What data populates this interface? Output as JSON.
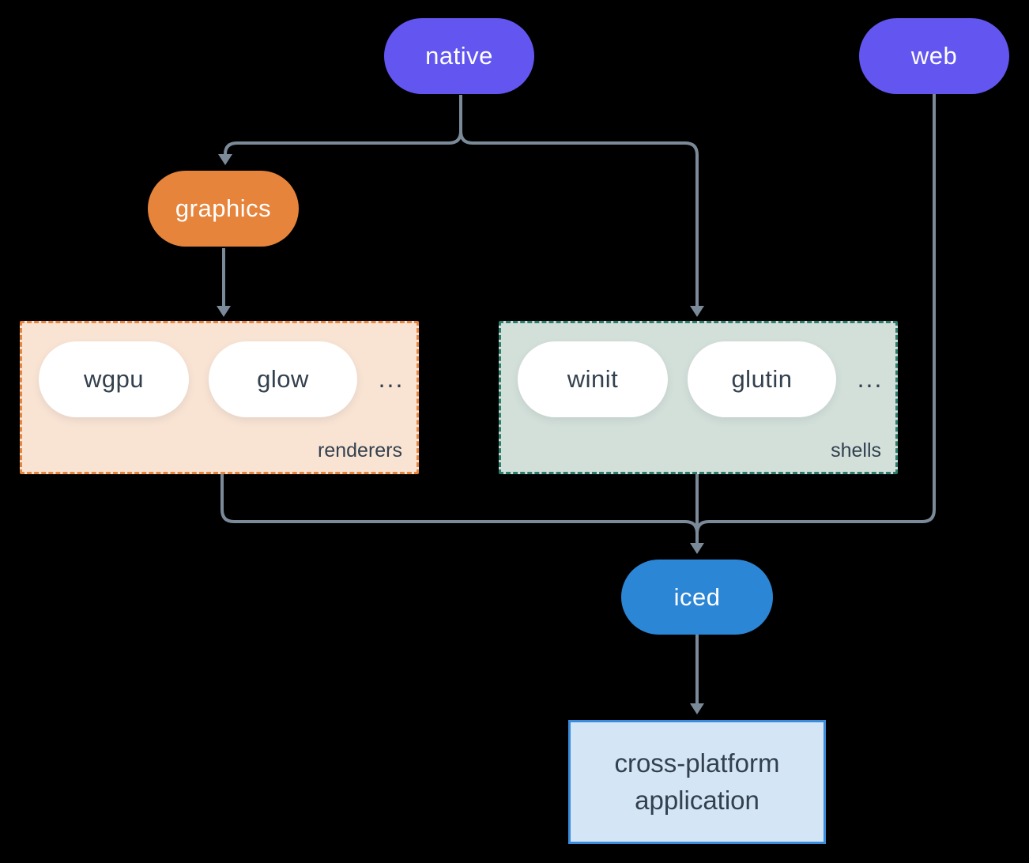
{
  "colors": {
    "background": "#000000",
    "native_pill": "#6356f0",
    "web_pill": "#6356f0",
    "graphics_pill": "#e6843c",
    "iced_pill": "#2c86d6",
    "node_pill_bg": "#ffffff",
    "renderers_box_bg": "#f9e4d4",
    "renderers_box_border": "#e6853e",
    "shells_box_bg": "#d3e0da",
    "shells_box_border": "#2d7d6d",
    "app_box_bg": "#d4e5f6",
    "app_box_border": "#3b8cdc",
    "connector": "#7b8a99",
    "dark_text": "#33404e",
    "light_text": "#ffffff"
  },
  "nodes": {
    "native": {
      "label": "native"
    },
    "web": {
      "label": "web"
    },
    "graphics": {
      "label": "graphics"
    },
    "iced": {
      "label": "iced"
    },
    "app": {
      "line1": "cross-platform",
      "line2": "application"
    }
  },
  "groups": {
    "renderers": {
      "label": "renderers",
      "items": [
        "wgpu",
        "glow"
      ],
      "ellipsis": "..."
    },
    "shells": {
      "label": "shells",
      "items": [
        "winit",
        "glutin"
      ],
      "ellipsis": "..."
    }
  }
}
